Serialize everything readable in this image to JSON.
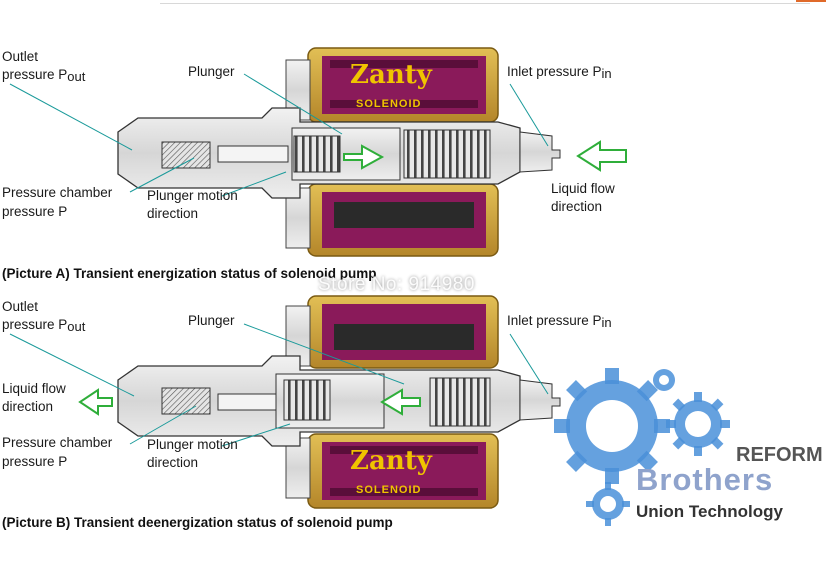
{
  "diagram_a": {
    "outlet_label_1": "Outlet",
    "outlet_label_2": "pressure P",
    "outlet_sub": "out",
    "plunger_label": "Plunger",
    "inlet_label": "Inlet pressure P",
    "inlet_sub": "in",
    "chamber_label_1": "Pressure chamber",
    "chamber_label_2": "pressure P",
    "motion_label_1": "Plunger motion",
    "motion_label_2": "direction",
    "flow_label_1": "Liquid flow",
    "flow_label_2": "direction",
    "brand_text": "Zanty",
    "solenoid_text": "SOLENOID",
    "caption": "(Picture A) Transient energization status of solenoid pump"
  },
  "diagram_b": {
    "outlet_label_1": "Outlet",
    "outlet_label_2": "pressure P",
    "outlet_sub": "out",
    "plunger_label": "Plunger",
    "inlet_label": "Inlet pressure P",
    "inlet_sub": "in",
    "flow_label_1": "Liquid flow",
    "flow_label_2": "direction",
    "chamber_label_1": "Pressure chamber",
    "chamber_label_2": "pressure P",
    "motion_label_1": "Plunger motion",
    "motion_label_2": "direction",
    "brand_text": "Zanty",
    "solenoid_text": "SOLENOID",
    "caption": "(Picture B) Transient deenergization status of solenoid pump"
  },
  "watermark": {
    "store_text": "Store No: 914980",
    "reform": "REFORM",
    "brothers": "Brothers",
    "union": "Union Technology"
  },
  "colors": {
    "coil_gold": "#c8a13a",
    "coil_magenta": "#8a1a5a",
    "arrow_green": "#2fae3a",
    "gear_blue": "#4a90d9"
  }
}
